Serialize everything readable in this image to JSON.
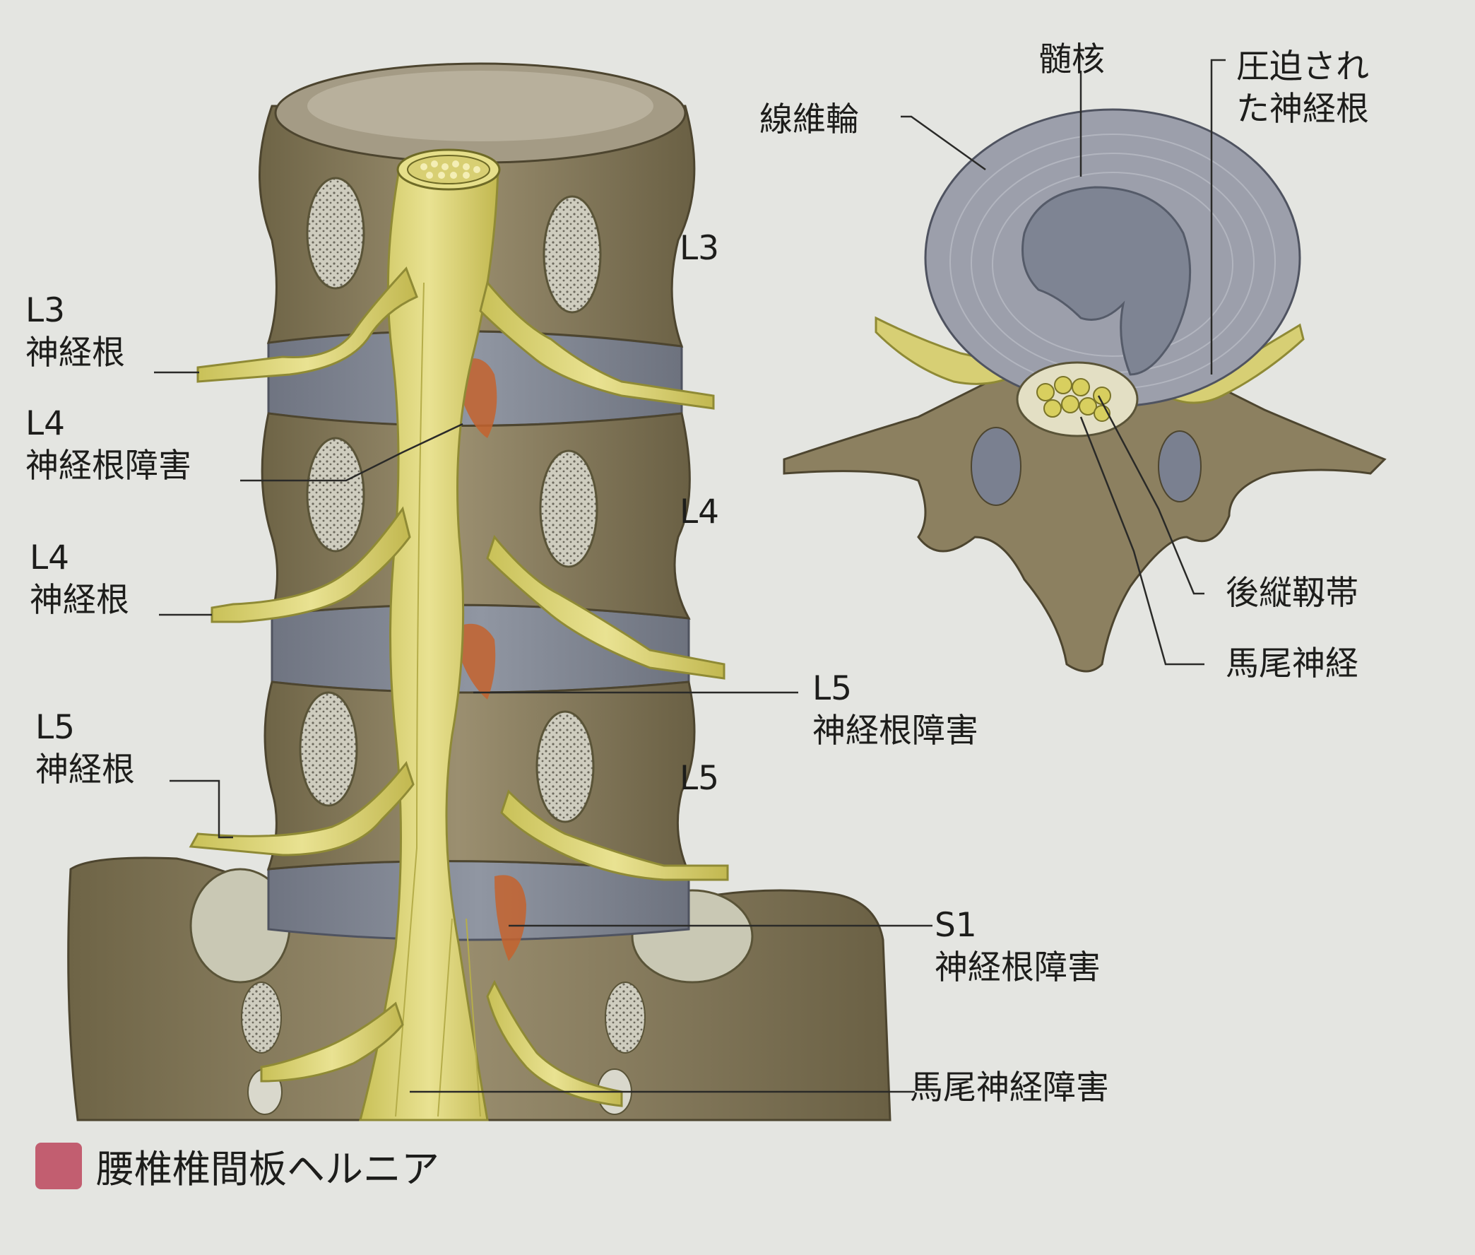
{
  "labels": {
    "l3_root": [
      "L3",
      "神経根"
    ],
    "l4_root_disorder": [
      "L4",
      "神経根障害"
    ],
    "l4_root": [
      "L4",
      "神経根"
    ],
    "l5_root": [
      "L5",
      "神経根"
    ],
    "l3_vertebra": "L3",
    "l4_vertebra": "L4",
    "l5_vertebra": "L5",
    "l5_root_disorder": [
      "L5",
      "神経根障害"
    ],
    "s1_root_disorder": [
      "S1",
      "神経根障害"
    ],
    "cauda_equina_disorder": "馬尾神経障害",
    "nucleus_pulposus": "髄核",
    "annulus_fibrosus": "線維輪",
    "compressed_root": [
      "圧迫され",
      "た神経根"
    ],
    "posterior_longitudinal_ligament": "後縦靱帯",
    "cauda_equina": "馬尾神経"
  },
  "caption": "腰椎椎間板ヘルニア",
  "colors": {
    "background": "#e4e5e1",
    "bone": "#8e8262",
    "disc": "#858b98",
    "nerve": "#ddd57a",
    "herniation": "#c4632e",
    "caption_marker": "#c25e70"
  }
}
